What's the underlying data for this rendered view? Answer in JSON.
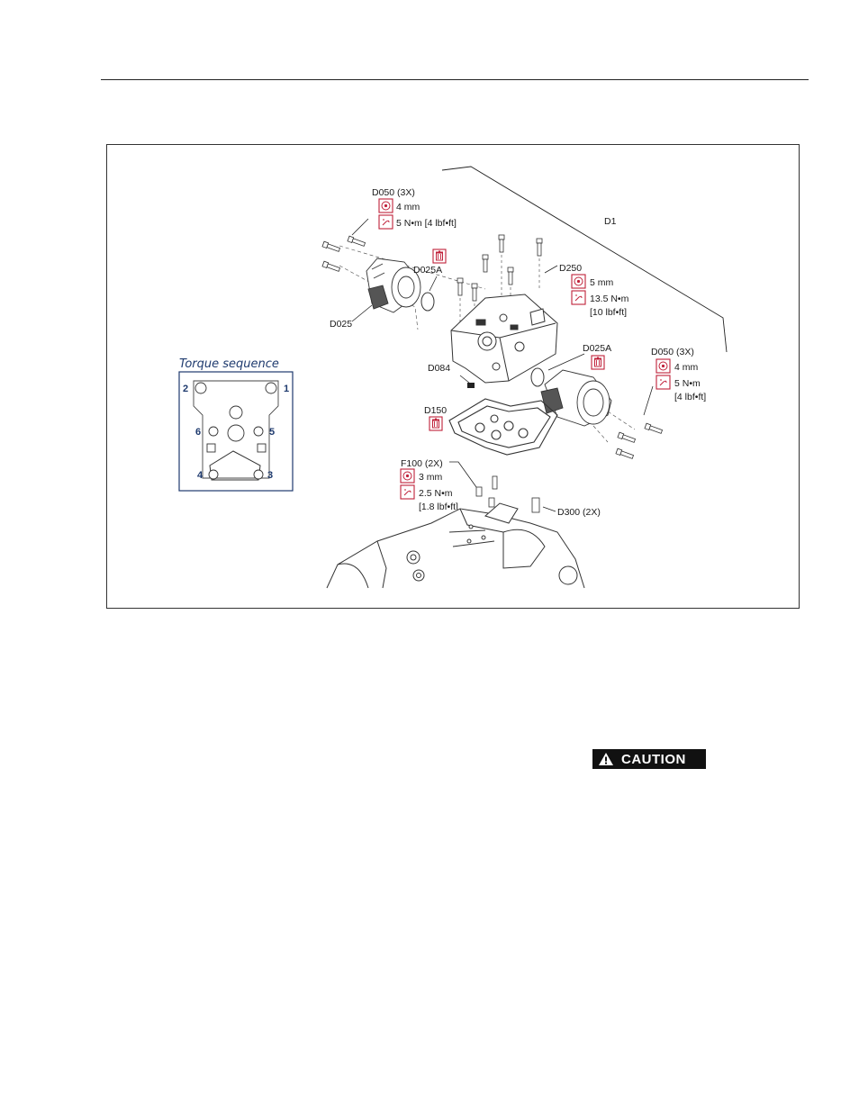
{
  "figure": {
    "d050_top": {
      "part": "D050 (3X)",
      "hex": "4 mm",
      "torque": "5 N•m [4 lbf•ft]"
    },
    "d1": "D1",
    "d025a_top": "D025A",
    "d250": {
      "part": "D250",
      "hex": "5 mm",
      "torque_line1": "13.5 N•m",
      "torque_line2": "[10 lbf•ft]"
    },
    "d025": "D025",
    "d025a_right": "D025A",
    "d050_right": {
      "part": "D050 (3X)",
      "hex": "4 mm",
      "torque_line1": "5 N•m",
      "torque_line2": "[4 lbf•ft]"
    },
    "d084": "D084",
    "d150": "D150",
    "f100": {
      "part": "F100 (2X)",
      "hex": "3 mm",
      "torque_line1": "2.5 N•m",
      "torque_line2": "[1.8 lbf•ft]"
    },
    "d300": "D300 (2X)",
    "torque_sequence": {
      "title": "Torque sequence",
      "numbers": [
        "1",
        "2",
        "3",
        "4",
        "5",
        "6"
      ]
    }
  },
  "caution": {
    "label": "CAUTION"
  },
  "colors": {
    "accent_red": "#c0213a",
    "torque_blue": "#1e3a6e",
    "ink": "#1a1a1a"
  },
  "icons": [
    "hex-wrench-icon",
    "torque-wrench-icon",
    "discard-part-icon",
    "warning-triangle-icon"
  ]
}
